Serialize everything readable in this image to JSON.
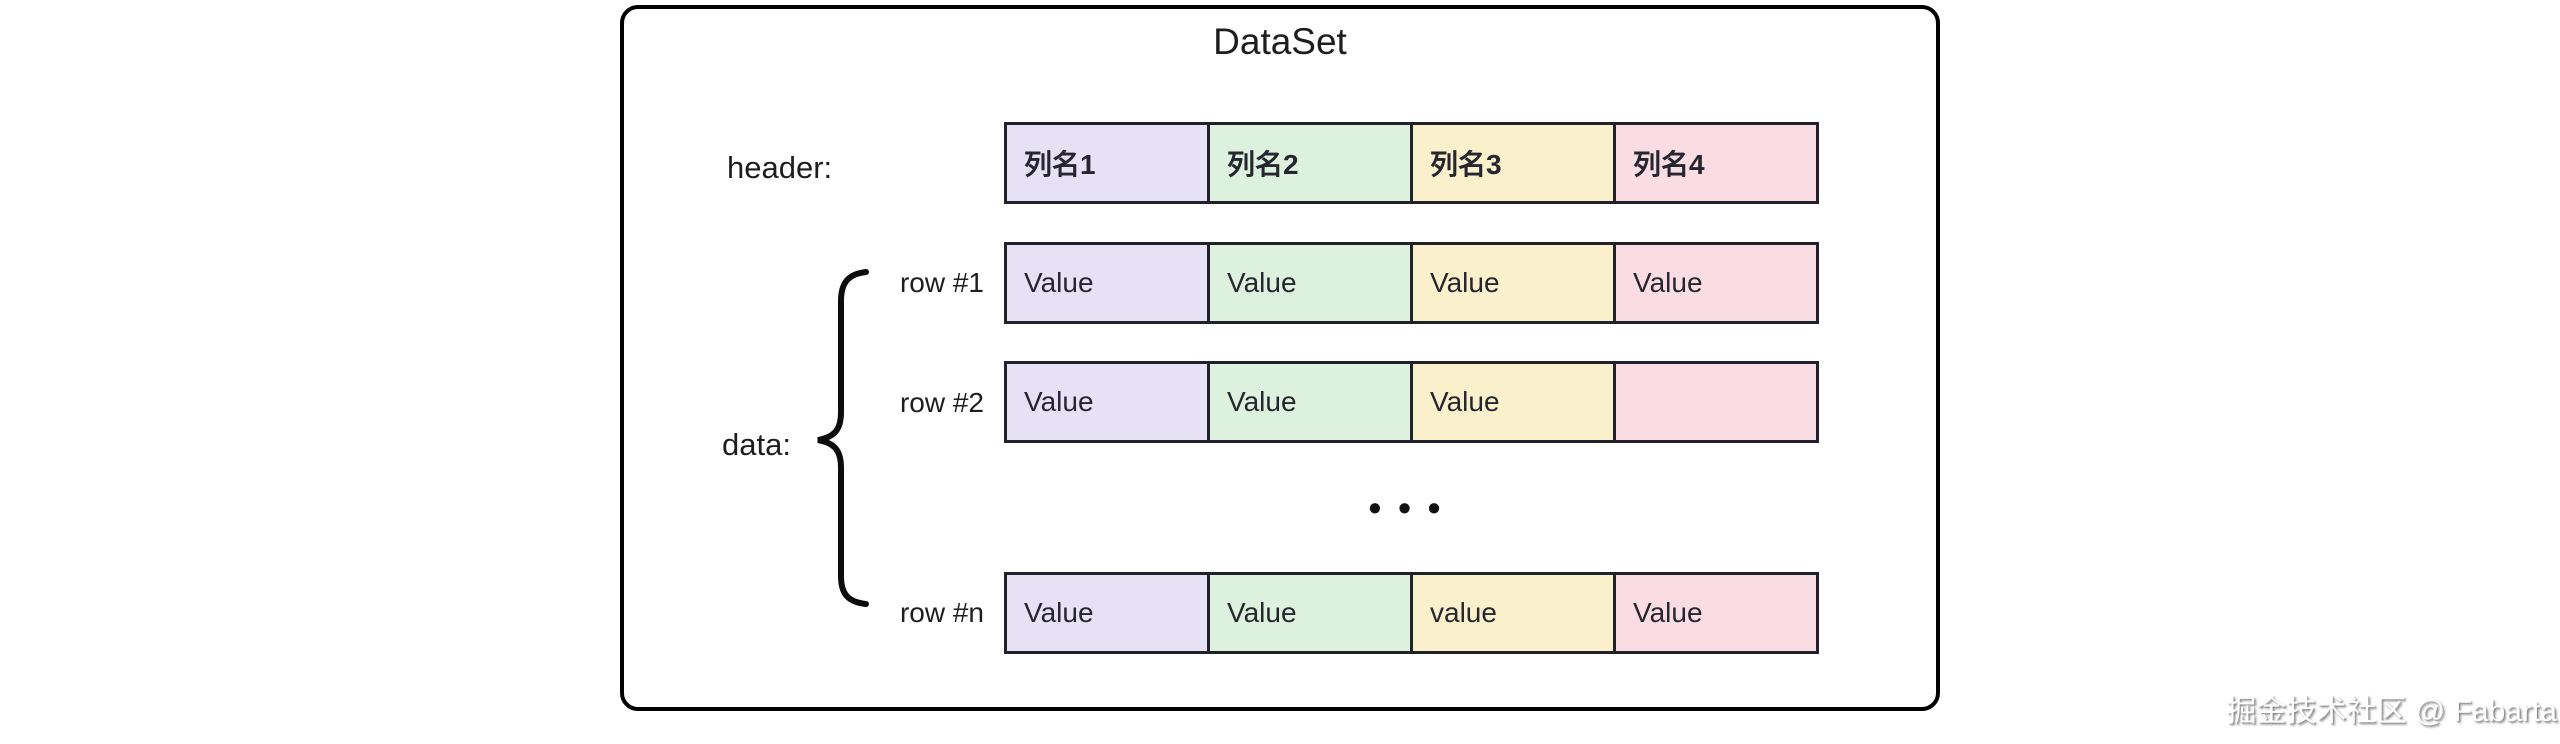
{
  "diagram": {
    "title": "DataSet",
    "header_label": "header:",
    "data_label": "data:",
    "ellipsis": "•••",
    "columns": [
      {
        "label": "列名1",
        "color": "#e7e1f5"
      },
      {
        "label": "列名2",
        "color": "#dcf2de"
      },
      {
        "label": "列名3",
        "color": "#faf0cc"
      },
      {
        "label": "列名4",
        "color": "#fadde2"
      }
    ],
    "rows": [
      {
        "label": "row #1",
        "cells": [
          "Value",
          "Value",
          "Value",
          "Value"
        ]
      },
      {
        "label": "row #2",
        "cells": [
          "Value",
          "Value",
          "Value",
          ""
        ]
      },
      {
        "label": "row #n",
        "cells": [
          "Value",
          "Value",
          "value",
          "Value"
        ]
      }
    ]
  },
  "colors": {
    "box_border": "#000000",
    "cell_border": "#21212b",
    "text": "#1e1e1e",
    "background": "#ffffff"
  },
  "watermark": "掘金技术社区 @ Fabarta"
}
